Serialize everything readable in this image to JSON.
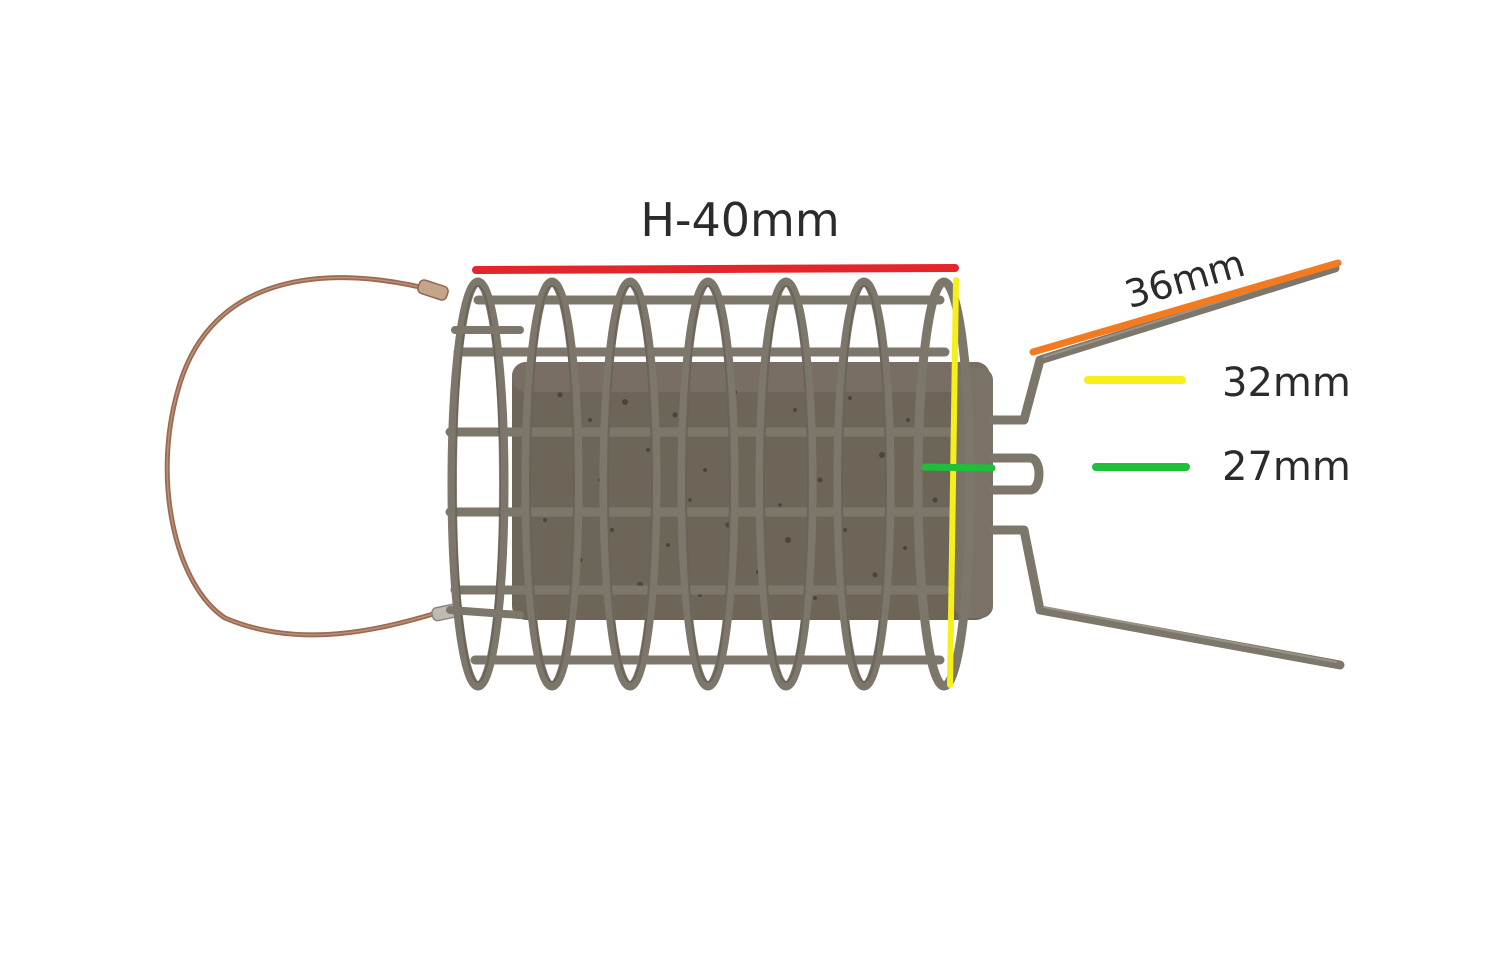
{
  "diagram": {
    "subject_icon": "cage-feeder-icon",
    "dimensions": {
      "height": {
        "label": "H-40mm",
        "color": "#e3262c"
      },
      "arm_length": {
        "label": "36mm",
        "color": "#f47a20"
      },
      "outer_diameter": {
        "label": "32mm",
        "color": "#f7ef1a"
      },
      "inner_diameter": {
        "label": "27mm",
        "color": "#1fbf3a"
      }
    },
    "colors": {
      "cage": "#7d766b",
      "cage_shadow": "#5f594f",
      "weight": "#6e6559",
      "wire_loop": "#9a6a52",
      "background": "#ffffff"
    }
  }
}
